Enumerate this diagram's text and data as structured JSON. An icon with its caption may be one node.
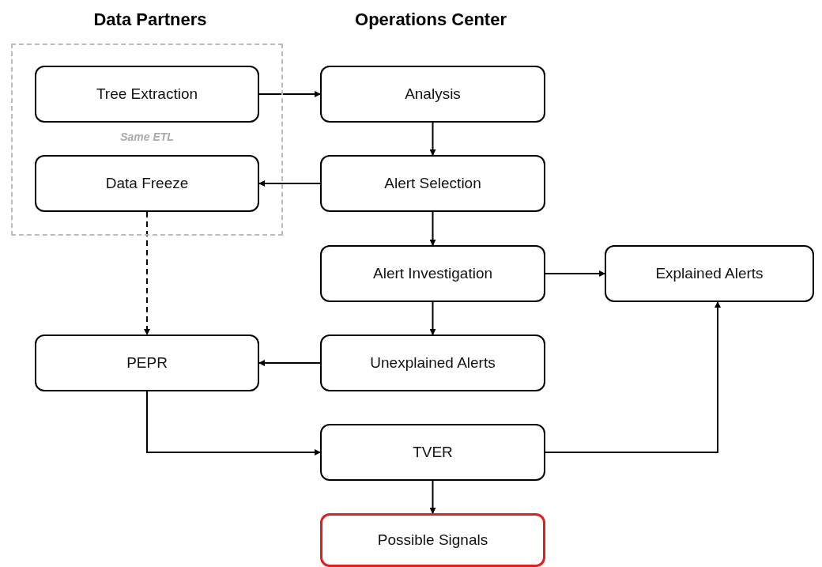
{
  "diagram": {
    "nodes": [
      {
        "text": [
          "Same ETL"
        ]
      },
      {
        "text": [
          "Tree Extraction"
        ],
        "in": 0
      },
      {
        "text": [
          "Data Freeze"
        ],
        "in": 0
      },
      {
        "text": [
          "Analysis"
        ]
      },
      {
        "text": [
          "Alert Selection"
        ]
      },
      {
        "text": [
          "Alert Investigation"
        ]
      },
      {
        "text": [
          "Explained Alerts"
        ]
      },
      {
        "text": [
          "PEPR"
        ]
      },
      {
        "text": [
          "Unexplained Alerts"
        ]
      },
      {
        "text": [
          "TVER"
        ]
      },
      {
        "text": [
          "Possible Signals"
        ]
      }
    ],
    "edges": [
      {
        "from": 1,
        "to": 3,
        "arrow": "to"
      },
      {
        "from": 3,
        "to": 4,
        "arrow": "to"
      },
      {
        "from": 4,
        "to": 2,
        "arrow": "to"
      },
      {
        "from": 4,
        "to": 5,
        "arrow": "to"
      },
      {
        "from": 5,
        "to": 6,
        "arrow": "to"
      },
      {
        "from": 5,
        "to": 8,
        "arrow": "to"
      },
      {
        "from": 8,
        "to": 7,
        "arrow": "to"
      },
      {
        "from": 2,
        "to": 7,
        "arrow": "to",
        "style": "dashed"
      },
      {
        "from": 7,
        "to": 9,
        "arrow": "to"
      },
      {
        "from": 9,
        "to": 6,
        "arrow": "to"
      },
      {
        "from": 9,
        "to": 10,
        "arrow": "to"
      }
    ],
    "labels": [
      "Data Partners",
      "Operations Center"
    ]
  }
}
